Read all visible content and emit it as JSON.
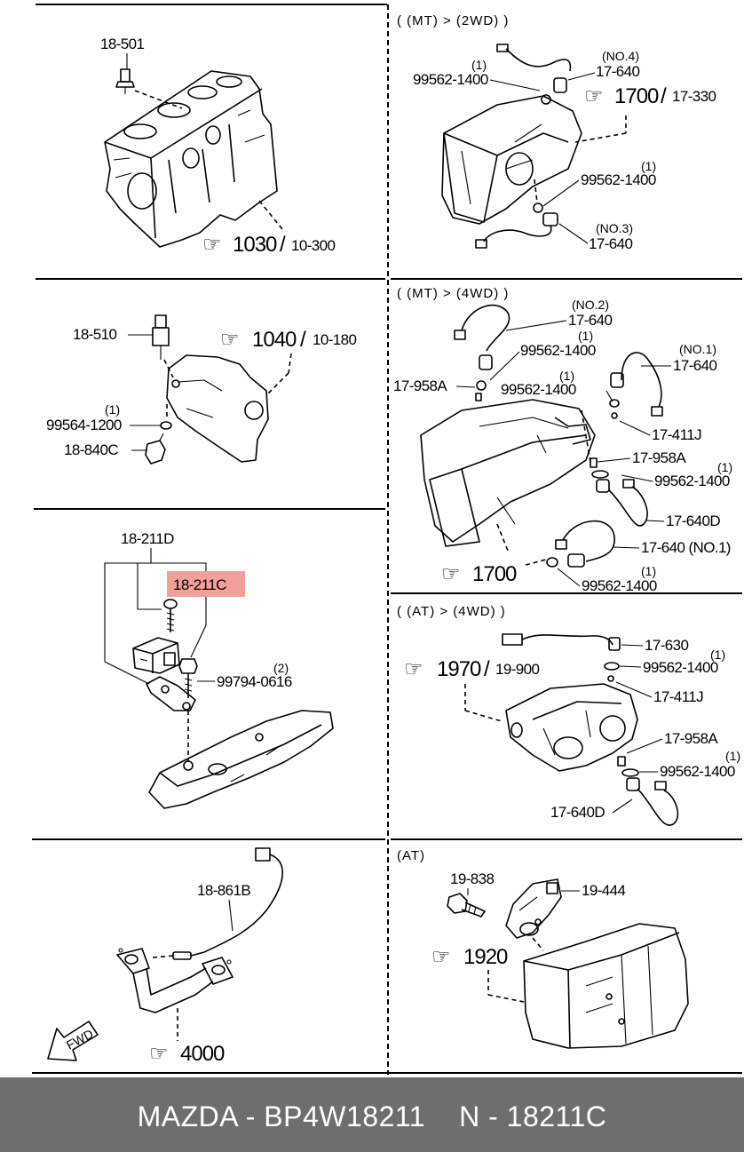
{
  "sections": {
    "engine_block": {
      "label_sensor": "18-501",
      "ref": "1030",
      "ref_sub": "10-300"
    },
    "mt_2wd": {
      "header": "( (MT) > (2WD) )",
      "qty_a": "(1)",
      "seal_a": "99562-1400",
      "no4": "(NO.4)",
      "sensor_a": "17-640",
      "ref": "1700",
      "ref_sub": "17-330",
      "qty_b": "(1)",
      "seal_b": "99562-1400",
      "no3": "(NO.3)",
      "sensor_b": "17-640"
    },
    "timing_cover": {
      "label_top": "18-510",
      "ref": "1040",
      "ref_sub": "10-180",
      "qty": "(1)",
      "washer": "99564-1200",
      "label_bottom": "18-840C"
    },
    "mt_4wd": {
      "header": "( (MT) > (4WD) )",
      "no2": "(NO.2)",
      "sensor_no2": "17-640",
      "qty_1": "(1)",
      "seal_1": "99562-1400",
      "no1_top": "(NO.1)",
      "sensor_no1_top": "17-640",
      "plug_1": "17-958A",
      "qty_2": "(1)",
      "seal_2": "99562-1400",
      "plug_2": "17-411J",
      "plug_3": "17-958A",
      "qty_3": "(1)",
      "seal_3": "99562-1400",
      "sensor_d": "17-640D",
      "sensor_no1_bottom": "17-640 (NO.1)",
      "ref": "1700",
      "qty_4": "(1)",
      "seal_4": "99562-1400"
    },
    "cam_sensor": {
      "label_outer": "18-211D",
      "label_highlight": "18-211C",
      "qty": "(2)",
      "bolt": "99794-0616",
      "highlight_color": "#f4a09a"
    },
    "at_4wd": {
      "header": "( (AT) > (4WD) )",
      "sensor_630": "17-630",
      "qty_1": "(1)",
      "seal_1": "99562-1400",
      "plug_1": "17-411J",
      "ref": "1970",
      "ref_sub": "19-900",
      "plug_2": "17-958A",
      "qty_2": "(1)",
      "seal_2": "99562-1400",
      "sensor_d": "17-640D"
    },
    "exhaust": {
      "label": "18-861B",
      "fwd": "FWD",
      "ref": "4000"
    },
    "at": {
      "header": "(AT)",
      "bolt": "19-838",
      "switch": "19-444",
      "ref": "1920"
    }
  },
  "footer": {
    "brand": "MAZDA - BP4W18211",
    "code": "N - 18211C"
  }
}
